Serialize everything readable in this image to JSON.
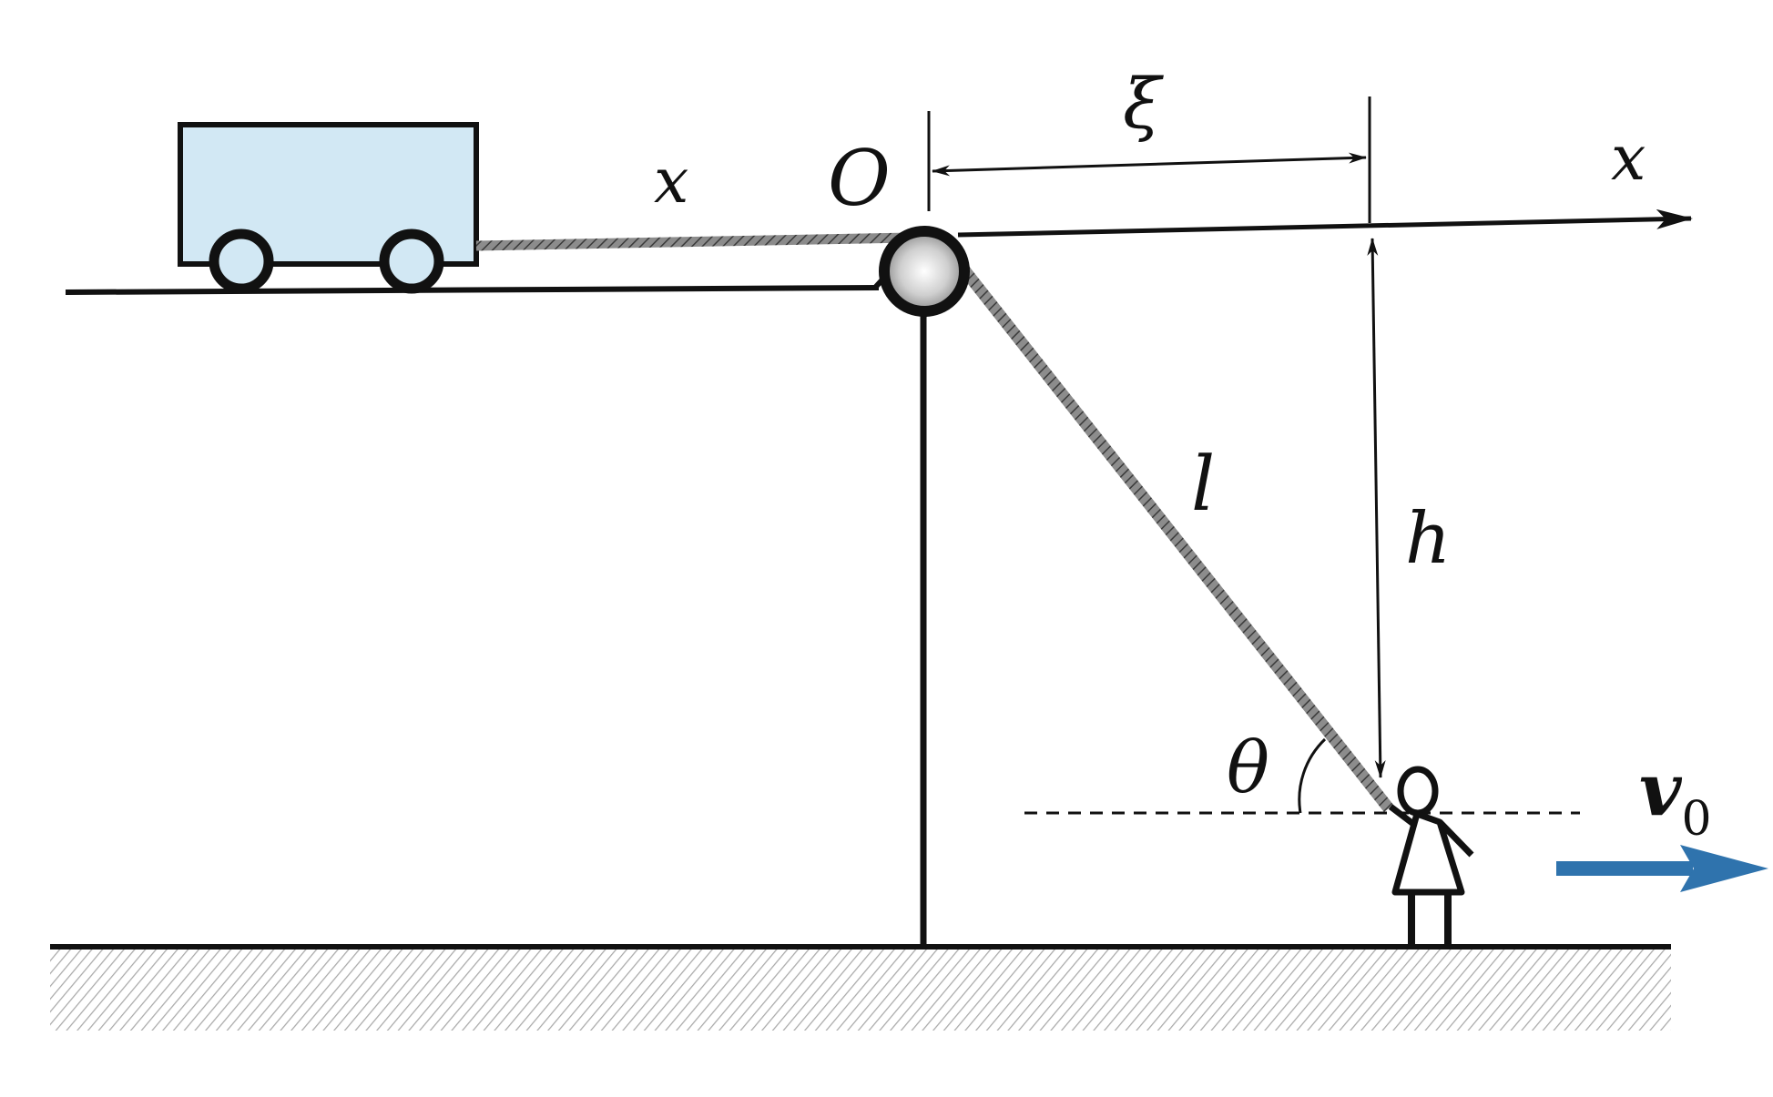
{
  "labels": {
    "cart_rope": "x",
    "pulley": "O",
    "offset": "ξ",
    "axis": "x",
    "rope_length": "l",
    "height": "h",
    "angle": "θ",
    "speed": "v",
    "speed_subscript": "0"
  },
  "colors": {
    "ink": "#111111",
    "cart_fill": "#d2e8f4",
    "velocity_arrow": "#2f73ad",
    "ground_hatch": "#9a9a9a"
  },
  "icons": {
    "person": "person-icon",
    "cart": "cart-icon",
    "pulley": "pulley-icon"
  }
}
